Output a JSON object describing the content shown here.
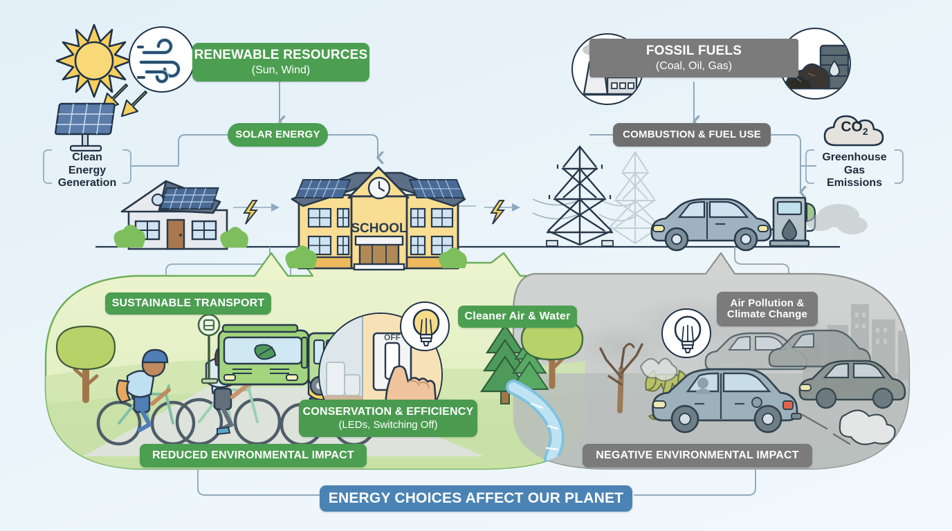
{
  "meta": {
    "title": "Energy Choices Affect Our Planet",
    "palette": {
      "background": "#e8f3f9",
      "green": "#4c9e51",
      "green_panel_fill": "#e7f0c4",
      "green_panel_stroke": "#6fae5a",
      "gray": "#7b7b7b",
      "gray_panel_fill": "#c9cdcc",
      "blue": "#4b83b4",
      "ink": "#1f3247",
      "connector": "#8fa9bb",
      "sun_yellow": "#f7cf5e",
      "solar_panel_blue": "#4a6a96"
    }
  },
  "top_row": {
    "renewable": {
      "title": "RENEWABLE RESOURCES",
      "subtitle": "(Sun, Wind)",
      "icons": [
        "sun-icon",
        "wind-icon"
      ]
    },
    "fossil": {
      "title": "FOSSIL FUELS",
      "subtitle": "(Coal, Oil, Gas)",
      "icons": [
        "power-plant-icon",
        "coal-and-oil-barrel-icon"
      ]
    }
  },
  "process_row": {
    "solar_energy": {
      "label": "SOLAR ENERGY"
    },
    "combustion": {
      "label": "COMBUSTION & FUEL USE"
    },
    "clean_energy": {
      "line1": "Clean Energy",
      "line2": "Generation"
    },
    "greenhouse": {
      "line1": "Greenhouse",
      "line2": "Gas Emissions",
      "cloud_label": "CO",
      "cloud_sub": "2"
    }
  },
  "scene_row": {
    "school_sign": "SCHOOL",
    "items": [
      {
        "name": "house-with-solar-panels",
        "label": ""
      },
      {
        "name": "lightning-bolt-left",
        "label": ""
      },
      {
        "name": "school-building-with-solar-panels",
        "label": "SCHOOL"
      },
      {
        "name": "lightning-bolt-right",
        "label": ""
      },
      {
        "name": "transmission-tower-front",
        "label": ""
      },
      {
        "name": "transmission-tower-back",
        "label": ""
      },
      {
        "name": "car-at-fuel-pump",
        "label": ""
      },
      {
        "name": "fuel-pump",
        "label": ""
      }
    ]
  },
  "good_panel": {
    "badges": {
      "sustainable_transport": "SUSTAINABLE TRANSPORT",
      "conservation_title": "CONSERVATION & EFFICIENCY",
      "conservation_sub": "(LEDs, Switching Off)",
      "cleaner_air_water": "Cleaner Air & Water"
    },
    "switch_label": "OFF",
    "outcome_badge": "REDUCED ENVIRONMENTAL IMPACT",
    "scene_items": [
      "tree-icon",
      "cyclist-child-blue-helmet",
      "cyclist-adult-orange-helmet",
      "cyclist-child-green-helmet",
      "bus-stop-sign-icon",
      "electric-bus-with-leaf",
      "light-switch-with-hand",
      "lightbulb-on-icon",
      "pine-trees-icon",
      "deciduous-tree-icon",
      "clean-river-icon"
    ]
  },
  "bad_panel": {
    "badges": {
      "air_pollution": "Air Pollution &\nClimate Change"
    },
    "air_pollution_line1": "Air Pollution &",
    "air_pollution_line2": "Climate Change",
    "outcome_badge": "NEGATIVE ENVIRONMENTAL IMPACT",
    "scene_items": [
      "dead-bare-tree-icon",
      "wilting-tree-icon",
      "lightbulb-off-icon",
      "traffic-jam-cars",
      "exhaust-smoke-icon",
      "smog-city-skyline"
    ]
  },
  "footer": {
    "banner": "ENERGY CHOICES AFFECT OUR PLANET"
  }
}
